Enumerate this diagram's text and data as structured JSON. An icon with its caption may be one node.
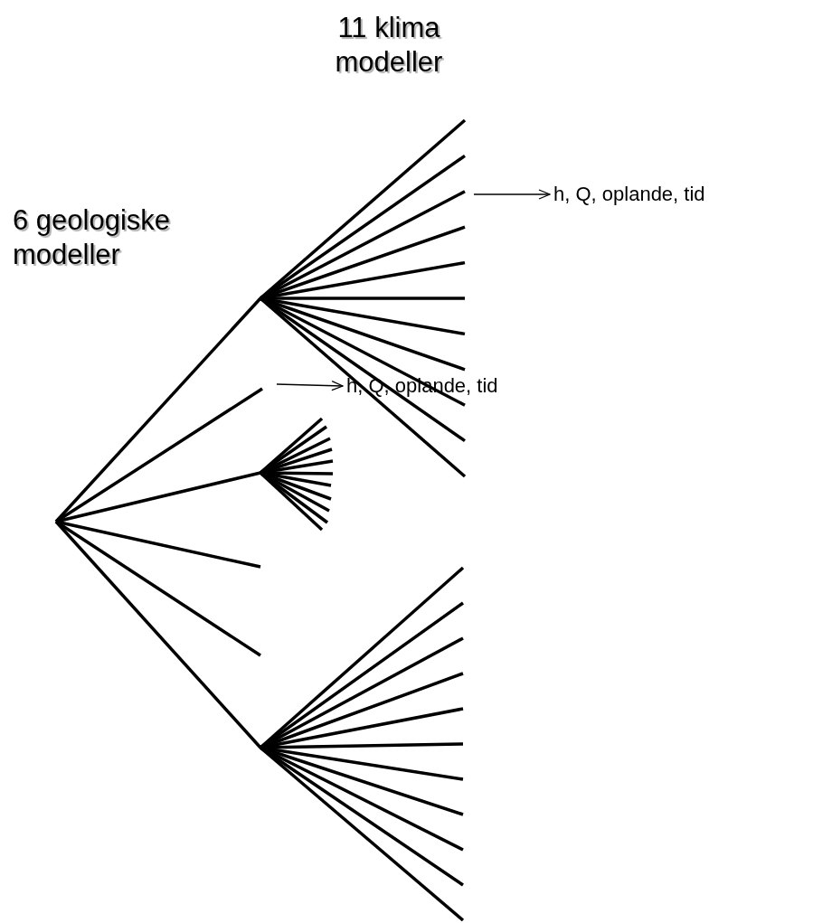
{
  "diagram": {
    "nodes": [
      {
        "text": [
          "h, Q, oplande, tid"
        ]
      },
      {
        "text": [
          "h, Q, oplande, tid"
        ]
      }
    ],
    "edges": [
      {
        "from": null,
        "to": 0,
        "arrow": "to"
      },
      {
        "from": null,
        "to": 1,
        "arrow": "to"
      }
    ],
    "labels": [
      "11 klima modeller",
      "6 geologiske modeller"
    ]
  }
}
